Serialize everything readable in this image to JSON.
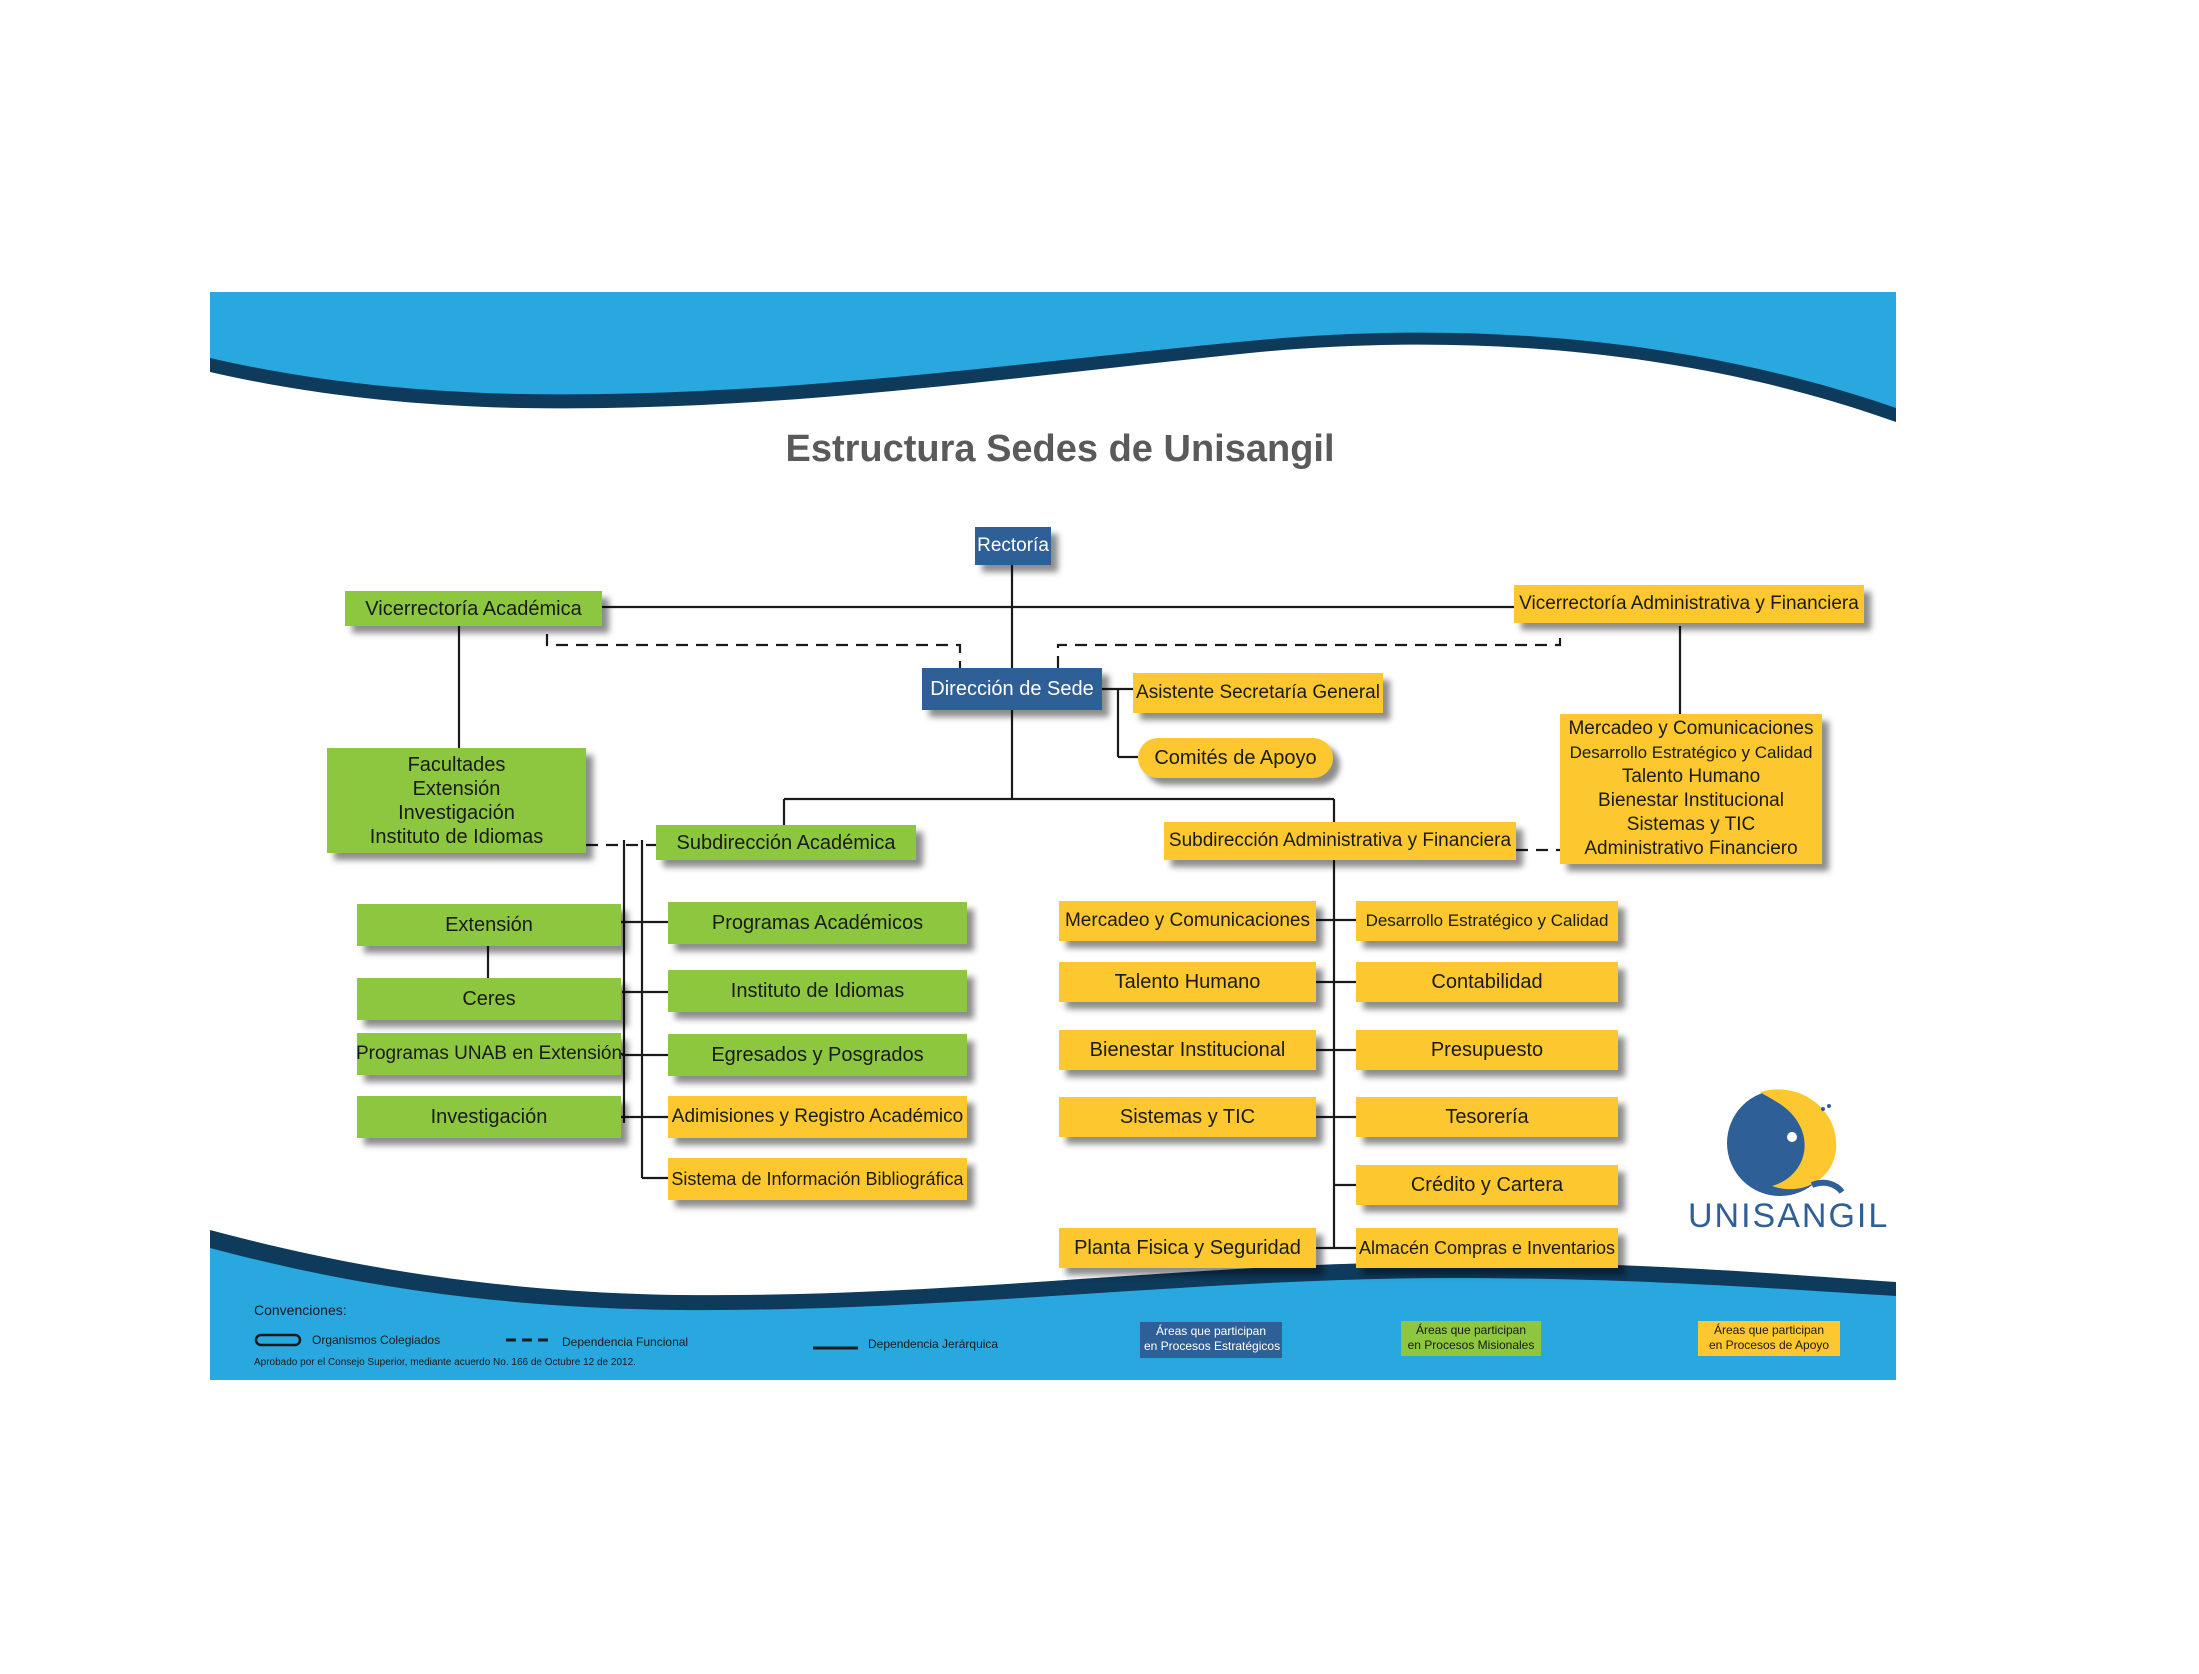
{
  "title": "Estructura Sedes de Unisangil",
  "colors": {
    "green": "#8dc63f",
    "yellow": "#fdc82f",
    "blue": "#2f5f97",
    "banner_light": "#29a8e0",
    "banner_dark": "#0e3a5c"
  },
  "nodes": {
    "rectoria": "Rectoría",
    "vicerrectoria_academica": "Vicerrectoría Académica",
    "vicerrectoria_administrativa": "Vicerrectoría Administrativa y Financiera",
    "direccion_sede": "Dirección de Sede",
    "asistente_secretaria": "Asistente Secretaría General",
    "comites_apoyo": "Comités de Apoyo",
    "facultades": [
      "Facultades",
      "Extensión",
      "Investigación",
      "Instituto de Idiomas"
    ],
    "vra_areas": [
      "Mercadeo y Comunicaciones",
      "Desarrollo Estratégico y Calidad",
      "Talento Humano",
      "Bienestar Institucional",
      "Sistemas y TIC",
      "Administrativo  Financiero"
    ],
    "subdireccion_academica": "Subdirección Académica",
    "subdireccion_administrativa": "Subdirección Administrativa y Financiera",
    "academic_left": [
      "Extensión",
      "Ceres",
      "Programas UNAB en Extensión",
      "Investigación"
    ],
    "academic_right": [
      "Programas Académicos",
      "Instituto de Idiomas",
      "Egresados y Posgrados",
      "Adimisiones y Registro Académico",
      "Sistema de Información Bibliográfica"
    ],
    "admin_left": [
      "Mercadeo y Comunicaciones",
      "Talento Humano",
      "Bienestar Institucional",
      "Sistemas y TIC",
      "Planta Fisica y Seguridad"
    ],
    "admin_right": [
      "Desarrollo Estratégico y  Calidad",
      "Contabilidad",
      "Presupuesto",
      "Tesorería",
      "Crédito y Cartera",
      "Almacén Compras e Inventarios"
    ]
  },
  "logo": {
    "text": "UNISANGIL"
  },
  "conventions": {
    "heading": "Convenciones:",
    "organismos": "Organismos Colegiados",
    "funcional": "Dependencia Funcional",
    "jerarquica": "Dependencia Jerárquica",
    "approved": "Aprobado por el Consejo Superior, mediante acuerdo No. 166 de Octubre 12 de 2012.",
    "legend_blue": [
      "Áreas que participan",
      "en Procesos Estratégicos"
    ],
    "legend_green": [
      "Áreas que participan",
      "en Procesos Misionales"
    ],
    "legend_yellow": [
      "Áreas que participan",
      "en Procesos de Apoyo"
    ]
  }
}
